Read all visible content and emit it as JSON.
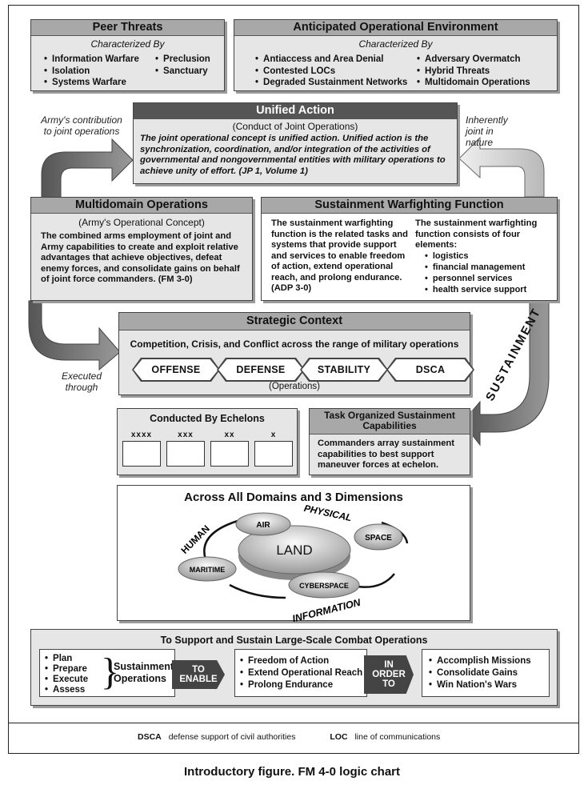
{
  "peer_threats": {
    "title": "Peer Threats",
    "subtitle": "Characterized By",
    "col1": [
      "Information Warfare",
      "Isolation",
      "Systems Warfare"
    ],
    "col2": [
      "Preclusion",
      "Sanctuary"
    ]
  },
  "aoe": {
    "title": "Anticipated Operational Environment",
    "subtitle": "Characterized By",
    "col1": [
      "Antiaccess and Area Denial",
      "Contested LOCs",
      "Degraded Sustainment Networks"
    ],
    "col2": [
      "Adversary Overmatch",
      "Hybrid Threats",
      "Multidomain Operations"
    ]
  },
  "labels": {
    "army_contribution": "Army's contribution to joint operations",
    "inherently_joint": "Inherently joint in nature",
    "executed_through": "Executed through",
    "sustainment": "SUSTAINMENT"
  },
  "unified_action": {
    "title": "Unified Action",
    "subtitle": "(Conduct of Joint Operations)",
    "text": "The joint operational concept is unified action. Unified action is the synchronization, coordination, and/or integration of the activities of governmental and nongovernmental entities with military operations to achieve unity of effort. (JP 1, Volume 1)"
  },
  "mdo": {
    "title": "Multidomain Operations",
    "subtitle": "(Army's Operational Concept)",
    "text": "The combined arms employment of joint and Army capabilities to create and exploit relative advantages that achieve objectives, defeat enemy forces, and consolidate gains on behalf of joint force commanders. (FM 3-0)"
  },
  "swf": {
    "title": "Sustainment Warfighting Function",
    "left_text": "The sustainment warfighting function is the related tasks and systems that provide support and services to enable freedom of action, extend operational reach, and prolong endurance. (ADP 3-0)",
    "right_intro": "The sustainment warfighting function consists of four elements:",
    "elements": [
      "logistics",
      "financial management",
      "personnel services",
      "health service support"
    ]
  },
  "strategic": {
    "title": "Strategic Context",
    "line": "Competition, Crisis, and Conflict across the range of military operations",
    "ops": [
      "OFFENSE",
      "DEFENSE",
      "STABILITY",
      "DSCA"
    ],
    "ops_label": "(Operations)"
  },
  "echelons": {
    "title": "Conducted By Echelons",
    "marks": [
      "xxxx",
      "xxx",
      "xx",
      "x"
    ]
  },
  "task_org": {
    "title": "Task Organized Sustainment Capabilities",
    "text": "Commanders array sustainment capabilities to best support maneuver forces at echelon."
  },
  "domains": {
    "title": "Across All Domains and 3 Dimensions",
    "center": "LAND",
    "air": "AIR",
    "space": "SPACE",
    "cyber": "CYBERSPACE",
    "maritime": "MARITIME",
    "physical": "PHYSICAL",
    "human": "HUMAN",
    "information": "INFORMATION"
  },
  "lsco": {
    "title": "To Support and Sustain Large-Scale Combat Operations",
    "steps": [
      "Plan",
      "Prepare",
      "Execute",
      "Assess"
    ],
    "sustainment_ops": [
      "Sustainment",
      "Operations"
    ],
    "to_enable": [
      "TO",
      "ENABLE"
    ],
    "enable_items": [
      "Freedom of Action",
      "Extend Operational Reach",
      "Prolong Endurance"
    ],
    "in_order_to": [
      "IN",
      "ORDER",
      "TO"
    ],
    "outcomes": [
      "Accomplish Missions",
      "Consolidate Gains",
      "Win Nation's Wars"
    ]
  },
  "legend": {
    "dsca_abbr": "DSCA",
    "dsca_def": "defense support of civil authorities",
    "loc_abbr": "LOC",
    "loc_def": "line of communications"
  },
  "caption": "Introductory figure. FM 4-0 logic chart",
  "colors": {
    "header": "#a8a8a8",
    "box": "#e6e6e6",
    "dark": "#444444"
  }
}
